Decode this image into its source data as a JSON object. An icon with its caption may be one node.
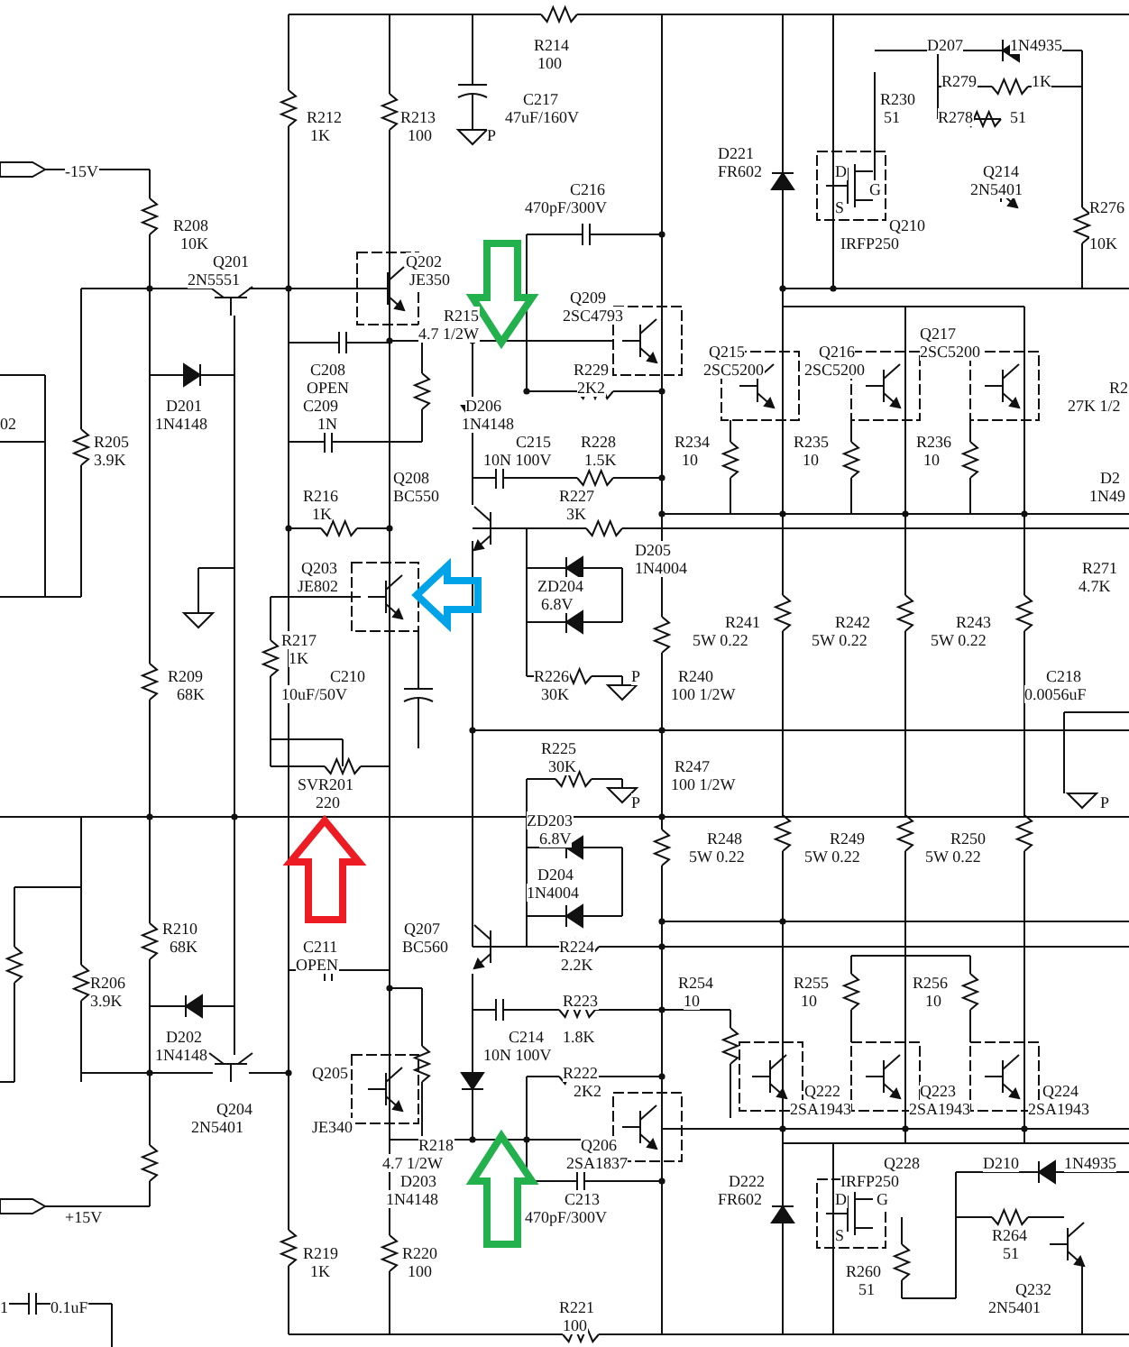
{
  "diagram": {
    "labels": [
      "R214",
      "D207",
      "1N4935",
      "100",
      "R279",
      "1K",
      "C217",
      "R230",
      "R212",
      "R213",
      "47uF/160V",
      "51",
      "R278",
      "51",
      "1K",
      "100",
      "P",
      "D221",
      "-15V",
      "FR602",
      "D",
      "Q214",
      "C216",
      "G",
      "2N5401",
      "470pF/300V",
      "S",
      "R276",
      "R208",
      "Q210",
      "10K",
      "IRFP250",
      "10K",
      "Q201",
      "Q202",
      "2N5551",
      "JE350",
      "Q209",
      "R215",
      "2SC4793",
      "4.7 1/2W",
      "Q217",
      "Q215",
      "Q216",
      "2SC5200",
      "C208",
      "R229",
      "2SC5200",
      "2SC5200",
      "OPEN",
      "2K2",
      "R2",
      "D201",
      "C209",
      "D206",
      "27K 1/2",
      "02",
      "1N4148",
      "1N",
      "1N4148",
      "R205",
      "C215",
      "R228",
      "R234",
      "R235",
      "R236",
      "3.9K",
      "10N 100V",
      "1.5K",
      "10",
      "10",
      "10",
      "Q208",
      "D2",
      "R216",
      "BC550",
      "R227",
      "1N49",
      "1K",
      "3K",
      "D205",
      "Q203",
      "1N4004",
      "R271",
      "JE802",
      "ZD204",
      "4.7K",
      "6.8V",
      "R241",
      "R242",
      "R243",
      "R217",
      "5W 0.22",
      "5W 0.22",
      "5W 0.22",
      "1K",
      "R209",
      "C210",
      "R226",
      "P",
      "R240",
      "C218",
      "68K",
      "10uF/50V",
      "30K",
      "100 1/2W",
      "0.0056uF",
      "R225",
      "30K",
      "R247",
      "SVR201",
      "100 1/2W",
      "220",
      "P",
      "P",
      "ZD203",
      "6.8V",
      "R248",
      "R249",
      "R250",
      "5W 0.22",
      "5W 0.22",
      "5W 0.22",
      "D204",
      "1N4004",
      "R210",
      "Q207",
      "68K",
      "C211",
      "BC560",
      "R224",
      "OPEN",
      "2.2K",
      "R206",
      "R254",
      "R255",
      "R256",
      "3.9K",
      "R223",
      "10",
      "10",
      "10",
      "D202",
      "C214",
      "1.8K",
      "1N4148",
      "10N 100V",
      "Q205",
      "R222",
      "2K2",
      "Q222",
      "Q223",
      "Q224",
      "Q204",
      "2SA1943",
      "2SA1943",
      "2SA1943",
      "2N5401",
      "JE340",
      "R218",
      "Q206",
      "4.7 1/2W",
      "2SA1837",
      "Q228",
      "D210",
      "1N4935",
      "D203",
      "D222",
      "IRFP250",
      "1N4148",
      "C213",
      "FR602",
      "D",
      "G",
      "+15V",
      "470pF/300V",
      "S",
      "R264",
      "R219",
      "R220",
      "51",
      "1K",
      "100",
      "R260",
      "51",
      "Q232",
      "1",
      "0.1uF",
      "R221",
      "2N5401",
      "100"
    ]
  }
}
